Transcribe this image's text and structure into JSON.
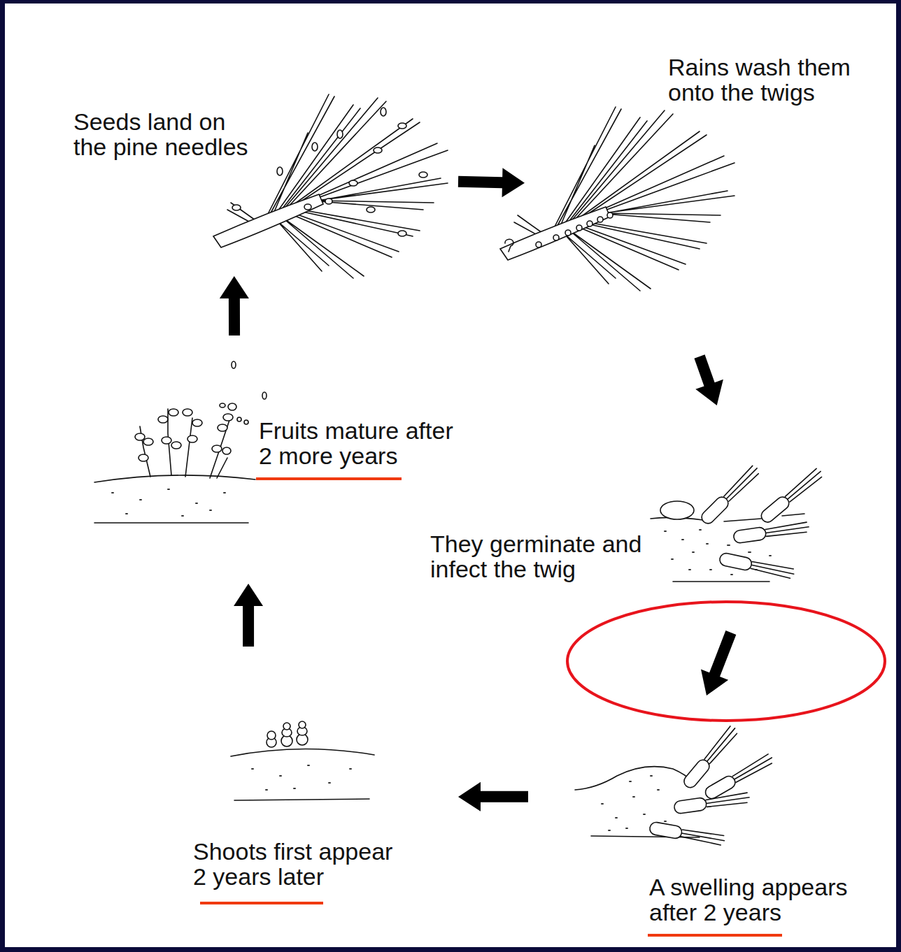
{
  "diagram": {
    "nodes": [
      {
        "text": [
          "Seeds land on the pine needles"
        ]
      },
      {
        "text": [
          "Rains wash them onto the twigs"
        ]
      },
      {
        "text": [
          "They germinate and infect the twig"
        ]
      },
      {
        "text": [
          "A swelling appears after 2 years"
        ]
      },
      {
        "text": [
          "Shoots first appear 2 years later"
        ]
      },
      {
        "text": [
          "Fruits mature after 2 more years"
        ]
      }
    ],
    "edges": [
      {
        "from": 0,
        "to": 1,
        "arrow": "to"
      },
      {
        "from": 1,
        "to": 2,
        "arrow": "to"
      },
      {
        "from": 2,
        "to": 3,
        "arrow": "to"
      },
      {
        "from": 3,
        "to": 4,
        "arrow": "to"
      },
      {
        "from": 4,
        "to": 5,
        "arrow": "to"
      },
      {
        "from": 5,
        "to": 0,
        "arrow": "to"
      }
    ]
  }
}
